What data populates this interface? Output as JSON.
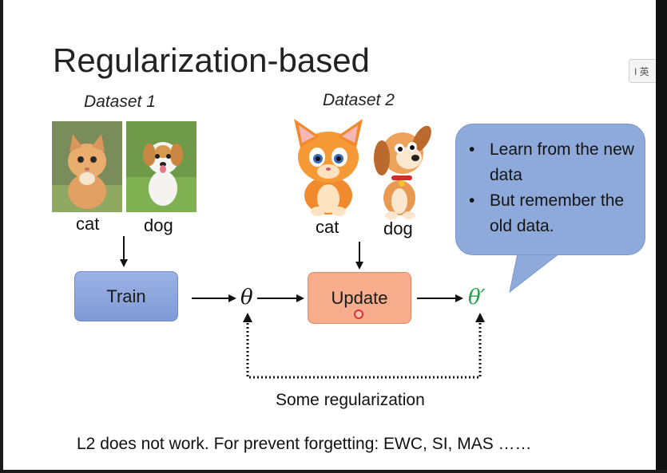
{
  "slide": {
    "title": "Regularization-based",
    "dataset1_label": "Dataset 1",
    "dataset2_label": "Dataset 2",
    "dataset1_items": [
      "cat",
      "dog"
    ],
    "dataset2_items": [
      "cat",
      "dog"
    ],
    "train_label": "Train",
    "update_label": "Update",
    "theta": "θ",
    "theta_prime": "θ′",
    "bubble_points": [
      "Learn from the new data",
      "But remember the old data."
    ],
    "regularization_label": "Some regularization",
    "bottom_note": "L2 does not work. For prevent forgetting: EWC, SI, MAS ……"
  },
  "side_tab_text": "I 英",
  "colors": {
    "train_box": "#8ea6df",
    "update_box": "#f7ad8c",
    "bubble": "#8eaadb",
    "theta_prime": "#22a24b"
  }
}
